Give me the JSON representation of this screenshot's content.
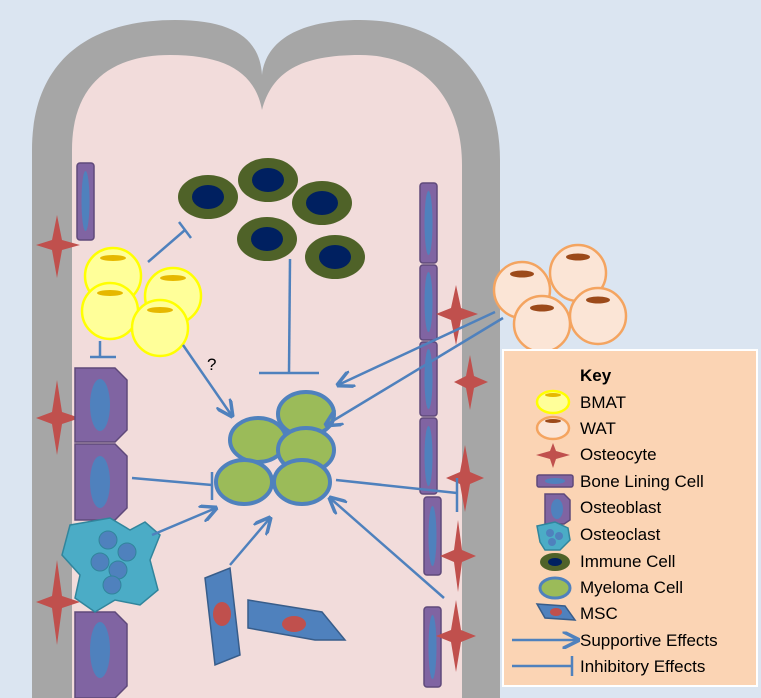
{
  "diagram": {
    "question_mark": "?",
    "colors": {
      "background": "#dbe5f1",
      "bone": "#a6a6a6",
      "marrow": "#f2dcdb",
      "arrow": "#4f81bd",
      "bmat_fill": "#ffff99",
      "bmat_stroke": "#ffff00",
      "bmat_nucleus": "#e6b800",
      "wat_fill": "#fbe5d6",
      "wat_stroke": "#f4a460",
      "wat_nucleus": "#9c4a1a",
      "osteocyte": "#c0504d",
      "lining_fill": "#8064a2",
      "lining_nucleus": "#4f81bd",
      "osteoclast_fill": "#4bacc6",
      "immune_outer": "#4f6228",
      "immune_inner": "#002060",
      "myeloma_fill": "#9bbb59",
      "myeloma_stroke": "#4f81bd",
      "msc_fill": "#4f81bd",
      "msc_nucleus": "#c0504d",
      "key_fill": "#fbd4b4"
    }
  },
  "key": {
    "title": "Key",
    "items": [
      {
        "label": "BMAT",
        "icon": "bmat-icon"
      },
      {
        "label": "WAT",
        "icon": "wat-icon"
      },
      {
        "label": "Osteocyte",
        "icon": "osteocyte-icon"
      },
      {
        "label": "Bone Lining Cell",
        "icon": "bone-lining-cell-icon"
      },
      {
        "label": "Osteoblast",
        "icon": "osteoblast-icon"
      },
      {
        "label": "Osteoclast",
        "icon": "osteoclast-icon"
      },
      {
        "label": "Immune Cell",
        "icon": "immune-cell-icon"
      },
      {
        "label": "Myeloma Cell",
        "icon": "myeloma-cell-icon"
      },
      {
        "label": "MSC",
        "icon": "msc-icon"
      },
      {
        "label": "Supportive Effects",
        "icon": "supportive-arrow-icon"
      },
      {
        "label": "Inhibitory Effects",
        "icon": "inhibitory-arrow-icon"
      }
    ]
  }
}
